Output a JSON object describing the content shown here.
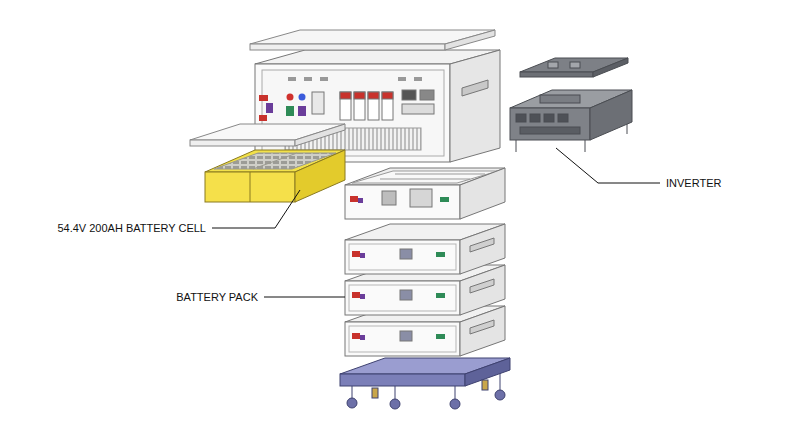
{
  "diagram": {
    "labels": [
      "INVERTER",
      "54.4V 200AH BATTERY CELL",
      "BATTERY PACK"
    ]
  }
}
